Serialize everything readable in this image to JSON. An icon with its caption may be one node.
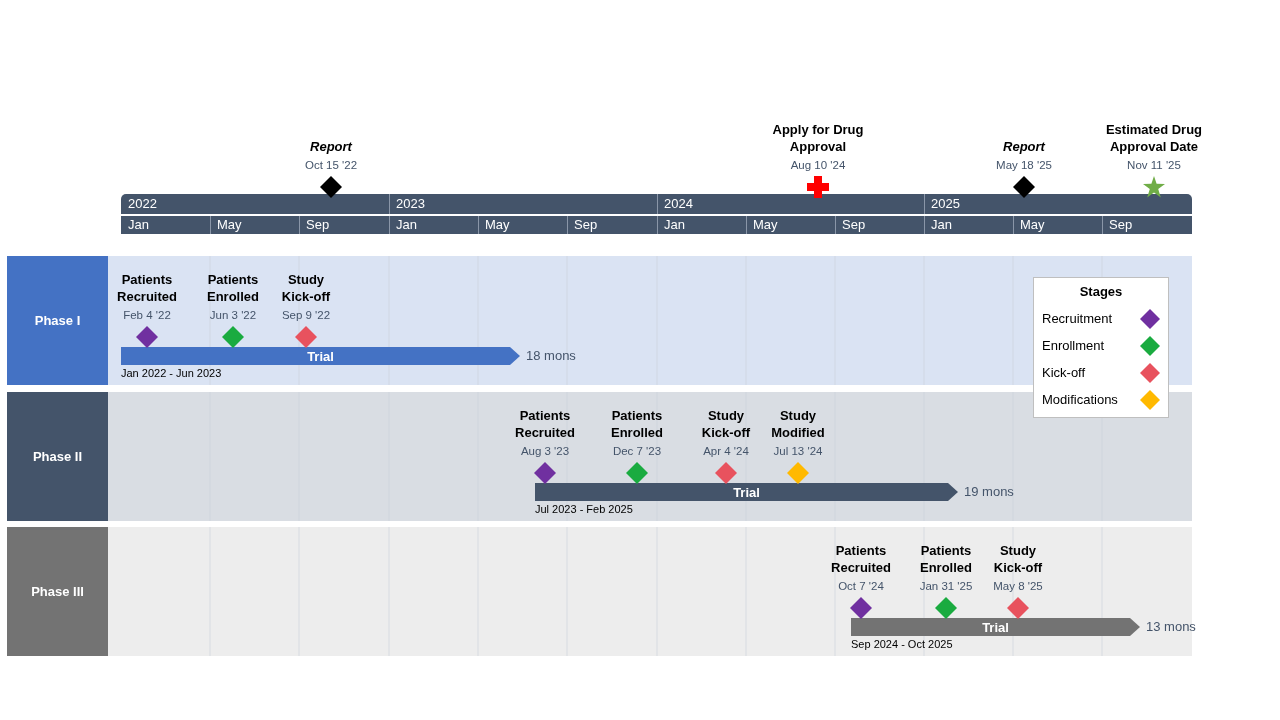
{
  "diagram": {
    "nodes": [
      {
        "text": [
          "Report",
          "Oct 15 '22"
        ]
      },
      {
        "text": [
          "Apply for Drug Approval",
          "Aug 10 '24"
        ]
      },
      {
        "text": [
          "Report",
          "May 18 '25"
        ]
      },
      {
        "text": [
          "Estimated Drug Approval Date",
          "Nov 11 '25"
        ]
      },
      {
        "text": [
          "Phase I"
        ]
      },
      {
        "text": [
          "Patients Recruited",
          "Feb 4 '22"
        ],
        "in": 4
      },
      {
        "text": [
          "Patients Enrolled",
          "Jun 3 '22"
        ],
        "in": 4
      },
      {
        "text": [
          "Study Kick-off",
          "Sep 9 '22"
        ],
        "in": 4
      },
      {
        "text": [
          "Trial"
        ],
        "in": 4,
        "beside": [
          "18 mons",
          "Jan 2022 - Jun 2023"
        ]
      },
      {
        "text": [
          "Phase II"
        ]
      },
      {
        "text": [
          "Patients Recruited",
          "Aug 3 '23"
        ],
        "in": 9
      },
      {
        "text": [
          "Patients Enrolled",
          "Dec 7 '23"
        ],
        "in": 9
      },
      {
        "text": [
          "Study Kick-off",
          "Apr 4 '24"
        ],
        "in": 9
      },
      {
        "text": [
          "Study Modified",
          "Jul 13 '24"
        ],
        "in": 9
      },
      {
        "text": [
          "Trial"
        ],
        "in": 9,
        "beside": [
          "19 mons",
          "Jul 2023 - Feb 2025"
        ]
      },
      {
        "text": [
          "Phase III"
        ]
      },
      {
        "text": [
          "Patients Recruited",
          "Oct 7 '24"
        ],
        "in": 15
      },
      {
        "text": [
          "Patients Enrolled",
          "Jan 31 '25"
        ],
        "in": 15
      },
      {
        "text": [
          "Study Kick-off",
          "May 8 '25"
        ],
        "in": 15
      },
      {
        "text": [
          "Trial"
        ],
        "in": 15,
        "beside": [
          "13 mons",
          "Sep 2024 - Oct 2025"
        ]
      }
    ],
    "edges": [],
    "labels": [
      "2022",
      "2023",
      "2024",
      "2025",
      "Jan",
      "May",
      "Sep",
      "Jan",
      "May",
      "Sep",
      "Jan",
      "May",
      "Sep",
      "Jan",
      "May",
      "Sep",
      "Stages"
    ],
    "legend": [
      {
        "text": "Recruitment",
        "color": "#7030a0"
      },
      {
        "text": "Enrollment",
        "color": "#1aab40"
      },
      {
        "text": "Kick-off",
        "color": "#e8525e"
      },
      {
        "text": "Modifications",
        "color": "#ffb900"
      }
    ]
  }
}
